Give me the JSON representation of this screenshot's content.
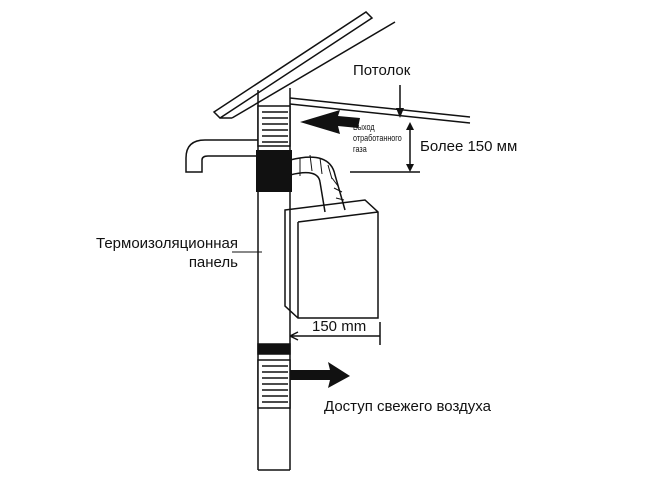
{
  "labels": {
    "ceiling": "Потолок",
    "exhaust_line1": "Выход",
    "exhaust_line2": "отработанного",
    "exhaust_line3": "газа",
    "min_distance_ceiling": "Более 150 мм",
    "insulation_line1": "Термоизоляционная",
    "insulation_line2": "панель",
    "side_distance": "150 mm",
    "fresh_air": "Доступ свежего воздуха"
  }
}
